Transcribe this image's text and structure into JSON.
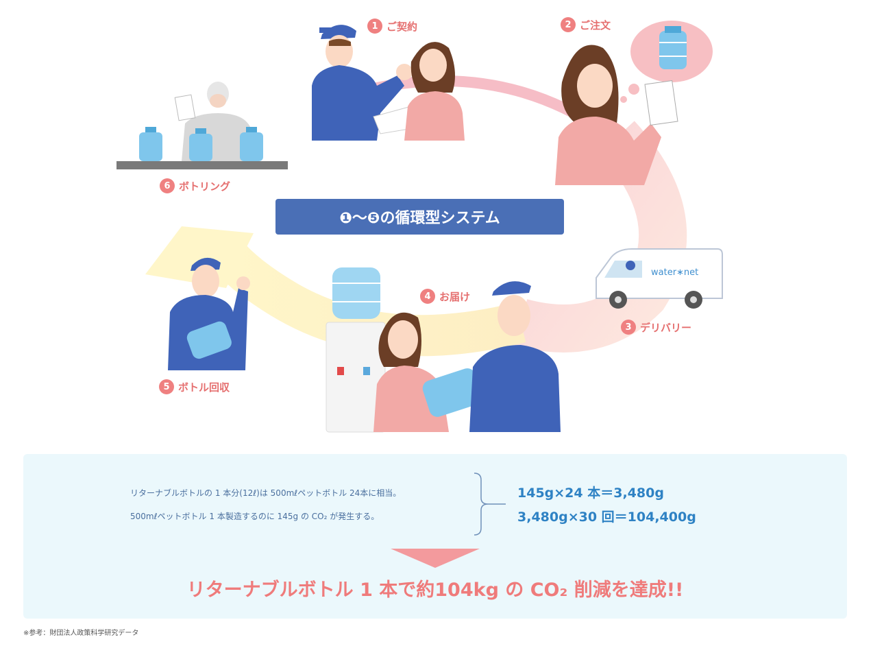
{
  "steps": [
    {
      "num": "1",
      "label": "ご契約"
    },
    {
      "num": "2",
      "label": "ご注文"
    },
    {
      "num": "3",
      "label": "デリバリー"
    },
    {
      "num": "4",
      "label": "お届け"
    },
    {
      "num": "5",
      "label": "ボトル回収"
    },
    {
      "num": "6",
      "label": "ボトリング"
    }
  ],
  "banner": "❶〜❺の循環型システム",
  "van_logo": "water∗net",
  "notes": {
    "line1": "リターナブルボトルの 1 本分(12ℓ)は 500mℓペットボトル 24本に相当。",
    "line2": "500mℓペットボトル 1 本製造するのに 145g の CO₂ が発生する。"
  },
  "calc": {
    "line1": "145g×24 本＝3,480g",
    "line2": "3,480g×30 回＝104,400g"
  },
  "result": "リターナブルボトル 1 本で約104kg の CO₂ 削減を達成!!",
  "source": "※参考：財団法人政策科学研究データ",
  "colors": {
    "accent_pink": "#ef7b7b",
    "navy": "#4a6fb6",
    "uniform_blue": "#3f63b8",
    "panel_bg": "#ebf8fc",
    "calc_blue": "#2e82c4"
  }
}
